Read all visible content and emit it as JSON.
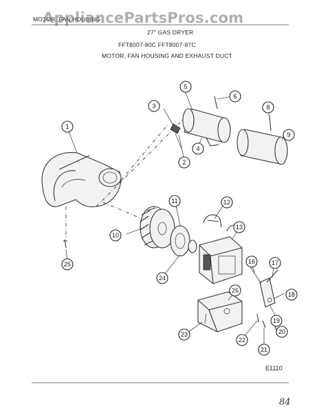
{
  "header": {
    "section": "MOTOR, FAN HOUSING",
    "product": "27\" GAS DRYER",
    "models": "FFT8007-80C  FFT8007-87C",
    "title": "MOTOR, FAN HOUSING AND EXHAUST DUCT"
  },
  "watermark": "AppliancePartsPros.com",
  "callouts": [
    "1",
    "2",
    "3",
    "4",
    "5",
    "6",
    "8",
    "9",
    "10",
    "11",
    "12",
    "13",
    "16",
    "17",
    "18",
    "19",
    "20",
    "21",
    "22",
    "23",
    "24",
    "25",
    "26"
  ],
  "diagram_ref": "E1110",
  "page_mark": "84"
}
